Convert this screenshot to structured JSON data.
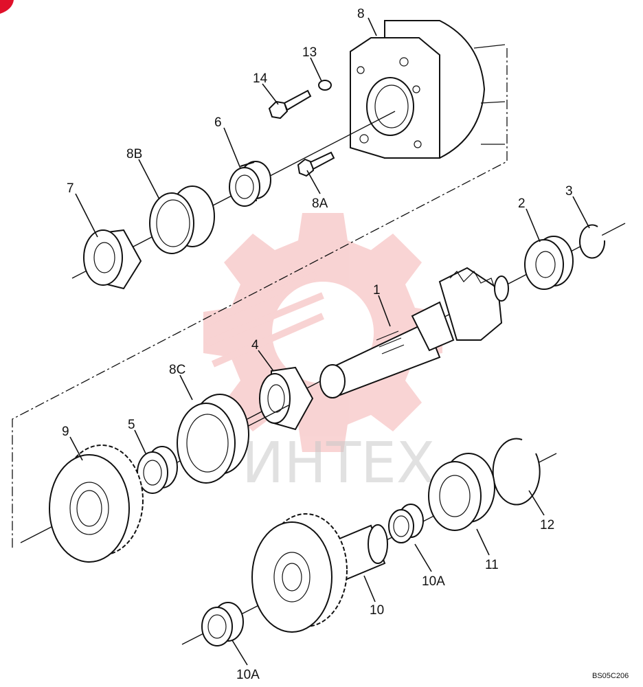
{
  "diagram": {
    "code": "BS05C206",
    "watermark": "ИНТЕХ",
    "colors": {
      "line": "#111111",
      "watermark": "#e23a3a",
      "corner_mark": "#e0102a"
    }
  },
  "callouts": {
    "c1": "1",
    "c2": "2",
    "c3": "3",
    "c4": "4",
    "c5": "5",
    "c6": "6",
    "c7": "7",
    "c8": "8",
    "c8A": "8A",
    "c8B": "8B",
    "c8C": "8C",
    "c9": "9",
    "c10": "10",
    "c10A_top": "10A",
    "c10A_bottom": "10A",
    "c11": "11",
    "c12": "12",
    "c13": "13",
    "c14": "14"
  }
}
